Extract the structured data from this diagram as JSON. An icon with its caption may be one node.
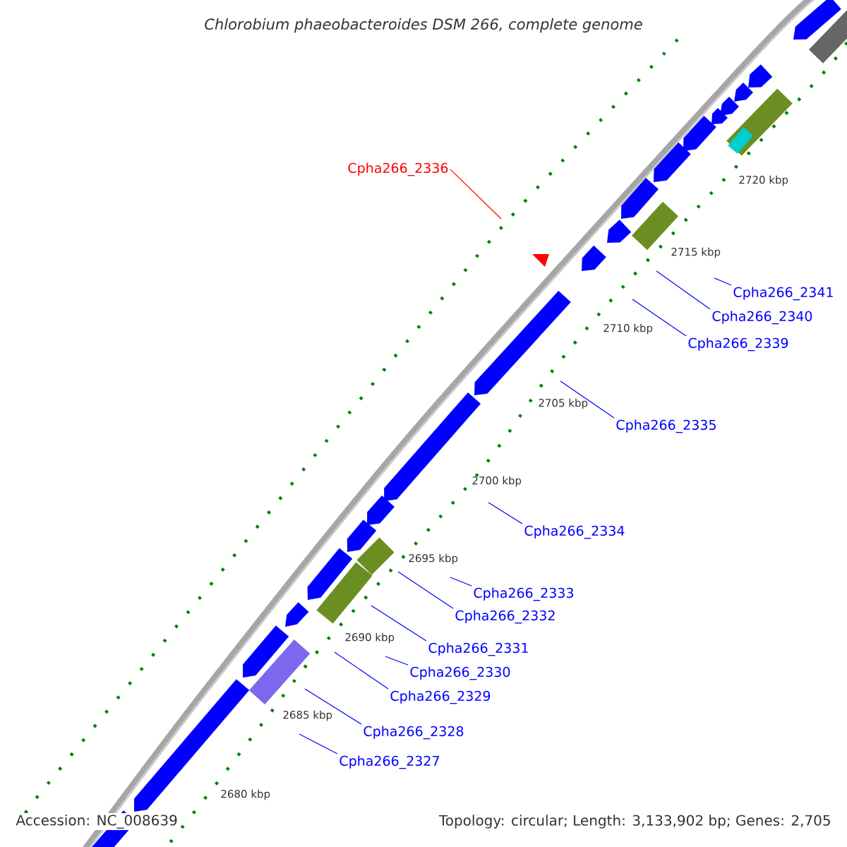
{
  "diagram": {
    "title": "Chlorobium phaeobacteroides DSM 266, complete genome",
    "nodes": [
      {
        "text": [
          "Cpha266_2336"
        ]
      },
      {
        "text": [
          "Cpha266_2341"
        ]
      },
      {
        "text": [
          "Cpha266_2340"
        ]
      },
      {
        "text": [
          "Cpha266_2339"
        ]
      },
      {
        "text": [
          "Cpha266_2335"
        ]
      },
      {
        "text": [
          "Cpha266_2334"
        ]
      },
      {
        "text": [
          "Cpha266_2333"
        ]
      },
      {
        "text": [
          "Cpha266_2332"
        ]
      },
      {
        "text": [
          "Cpha266_2331"
        ]
      },
      {
        "text": [
          "Cpha266_2330"
        ]
      },
      {
        "text": [
          "Cpha266_2329"
        ]
      },
      {
        "text": [
          "Cpha266_2328"
        ]
      },
      {
        "text": [
          "Cpha266_2327"
        ]
      }
    ],
    "edges": [
      {
        "from": 0,
        "to": null,
        "arrow": "none",
        "color": "#ff0000"
      },
      {
        "from": 1,
        "to": null,
        "arrow": "none"
      },
      {
        "from": 2,
        "to": null,
        "arrow": "none"
      },
      {
        "from": 3,
        "to": null,
        "arrow": "none"
      },
      {
        "from": 4,
        "to": null,
        "arrow": "none"
      },
      {
        "from": 5,
        "to": null,
        "arrow": "none"
      },
      {
        "from": 6,
        "to": null,
        "arrow": "none"
      },
      {
        "from": 7,
        "to": null,
        "arrow": "none"
      },
      {
        "from": 8,
        "to": null,
        "arrow": "none"
      },
      {
        "from": 9,
        "to": null,
        "arrow": "none"
      },
      {
        "from": 10,
        "to": null,
        "arrow": "none"
      },
      {
        "from": 11,
        "to": null,
        "arrow": "none"
      },
      {
        "from": 12,
        "to": null,
        "arrow": "none"
      }
    ],
    "labels": [
      "2720 kbp",
      "2715 kbp",
      "2710 kbp",
      "2705 kbp",
      "2700 kbp",
      "2695 kbp",
      "2690 kbp",
      "2685 kbp",
      "2680 kbp",
      "Accession: NC_008639",
      "Topology: circular; Length: 3,133,902 bp; Genes: 2,705"
    ]
  }
}
